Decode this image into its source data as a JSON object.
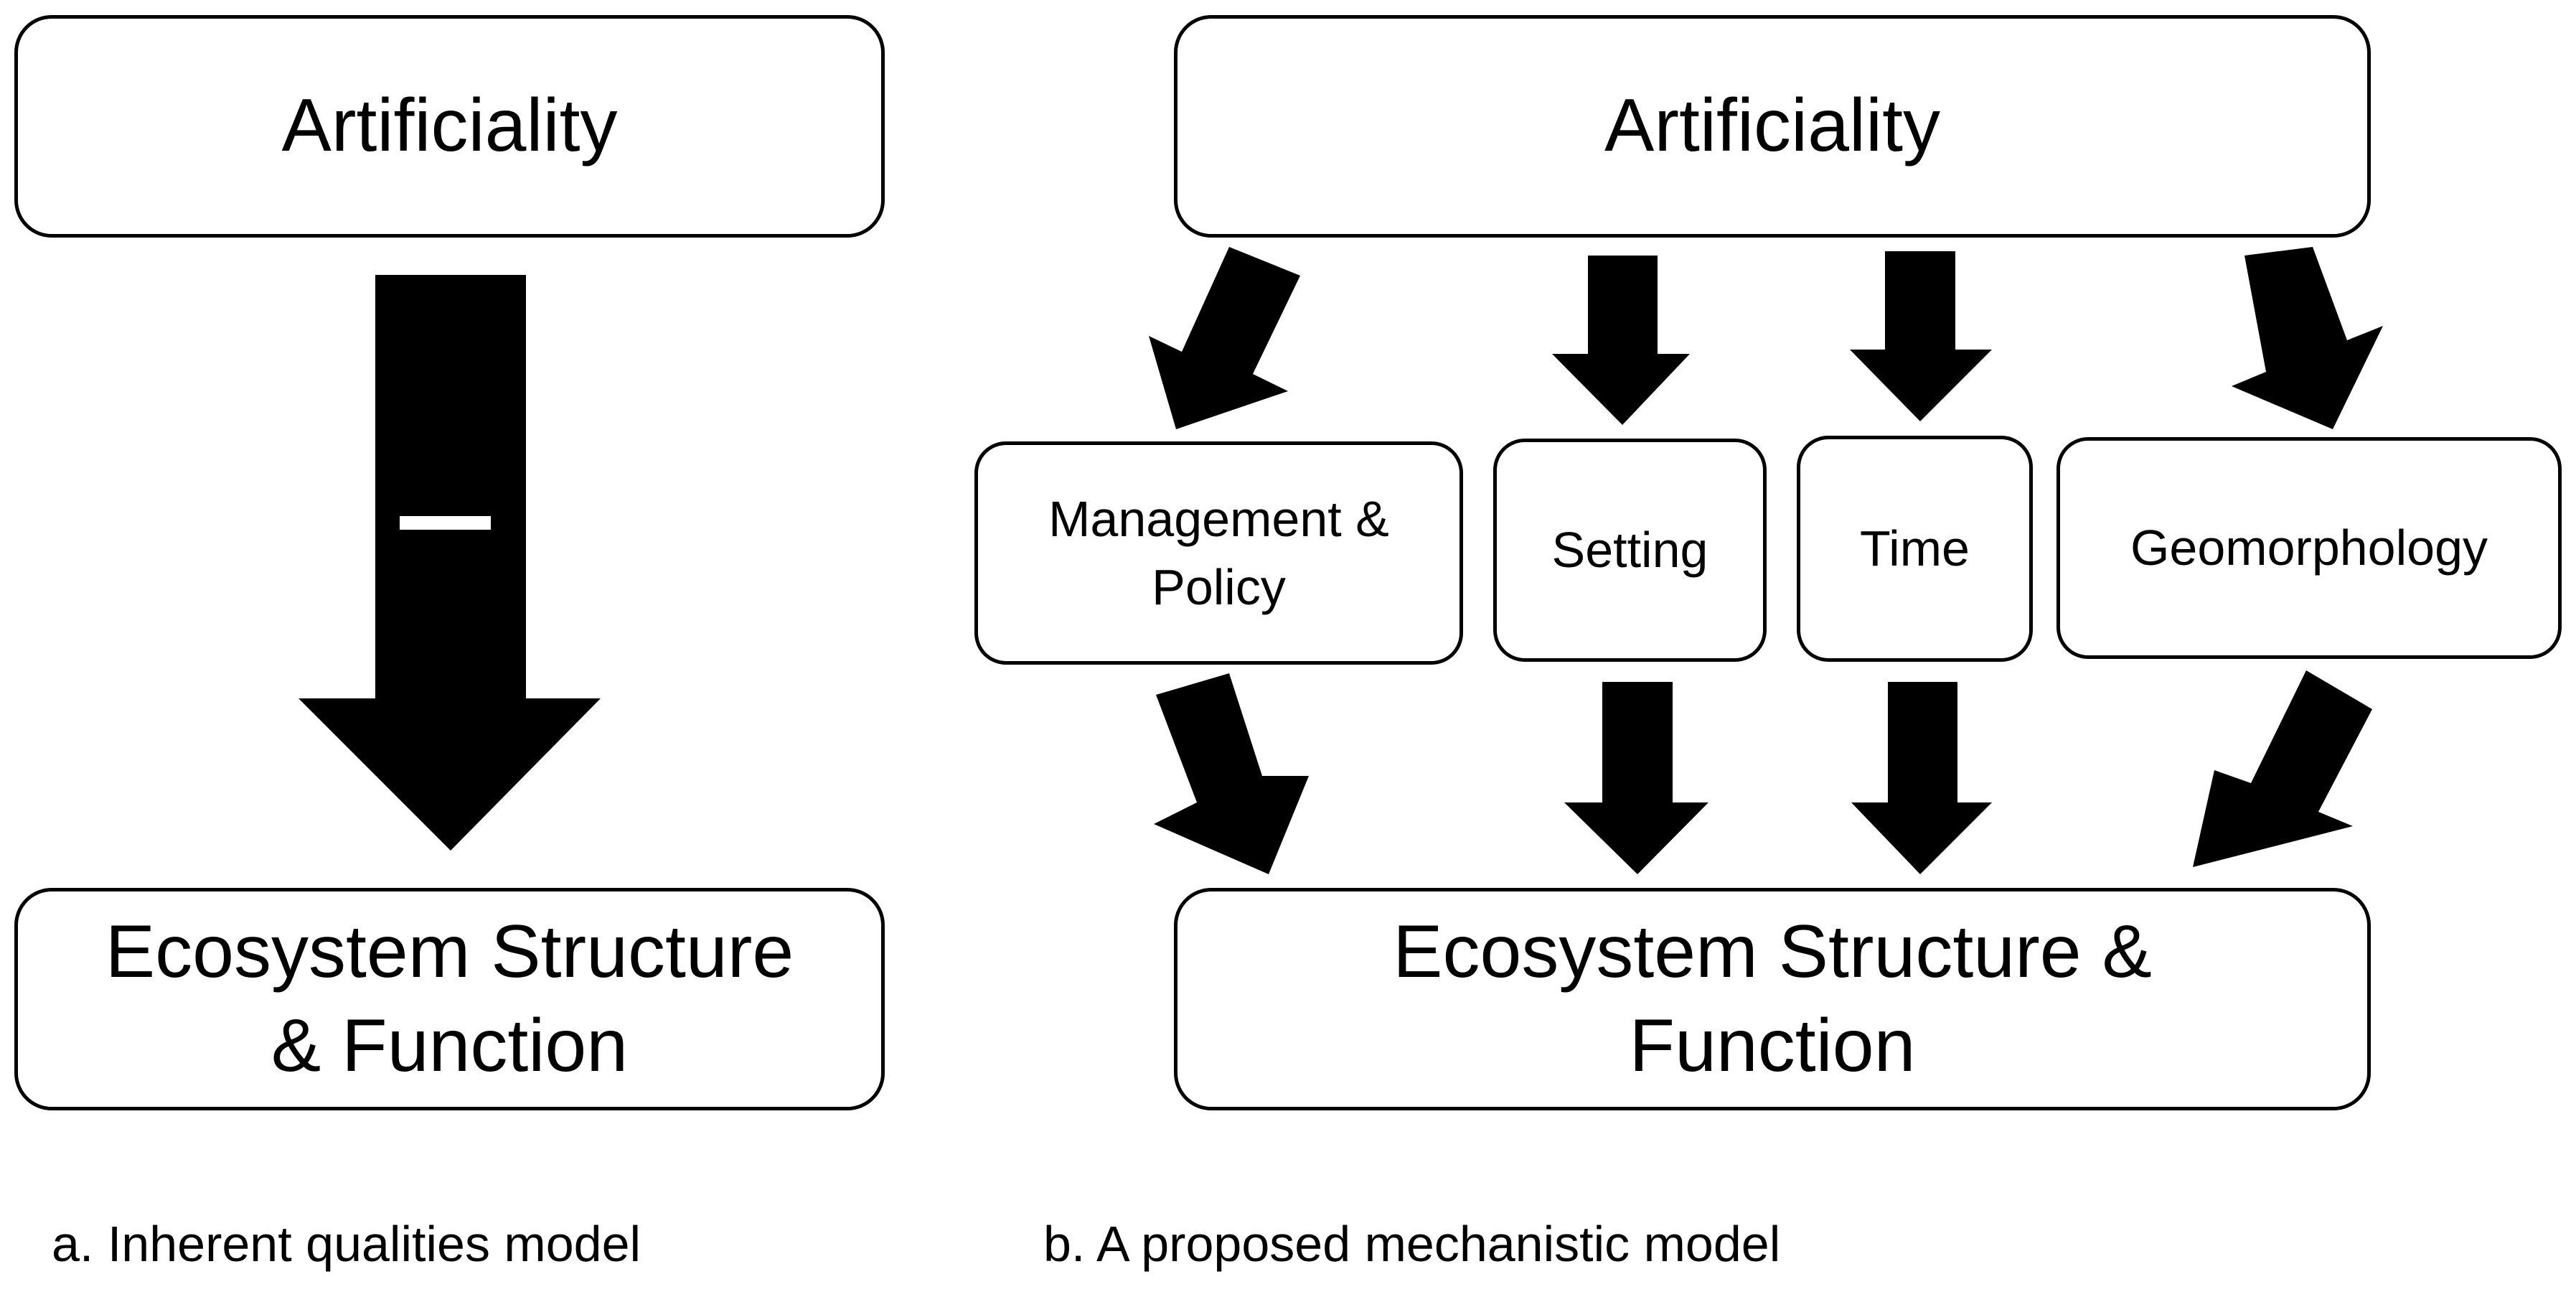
{
  "panel_a": {
    "top_box": {
      "label": "Artificiality"
    },
    "arrow_sign": "–",
    "bottom_box": {
      "line1": "Ecosystem Structure",
      "line2": "& Function"
    },
    "caption": "a. Inherent qualities model"
  },
  "panel_b": {
    "top_box": {
      "label": "Artificiality"
    },
    "mediators": [
      {
        "line1": "Management &",
        "line2": "Policy"
      },
      {
        "line1": "Setting",
        "line2": ""
      },
      {
        "line1": "Time",
        "line2": ""
      },
      {
        "line1": "Geomorphology",
        "line2": ""
      }
    ],
    "bottom_box": {
      "line1": "Ecosystem Structure &",
      "line2": "Function"
    },
    "caption": "b. A proposed mechanistic model"
  }
}
